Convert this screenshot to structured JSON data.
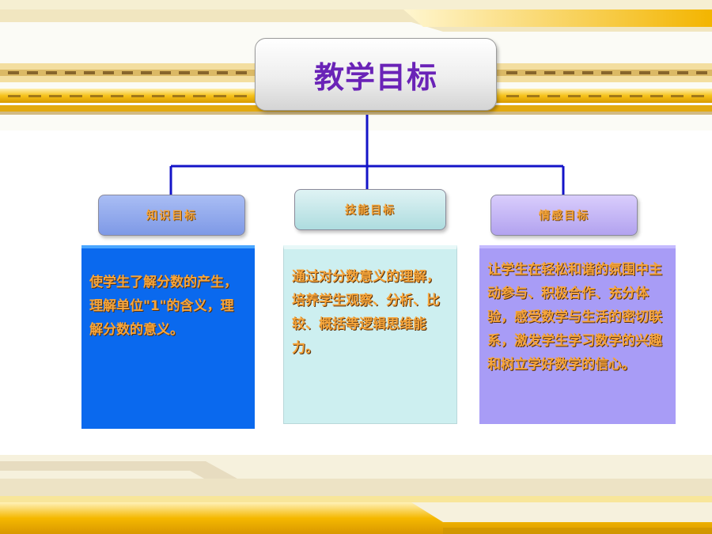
{
  "title": "教学目标",
  "categories": [
    {
      "label": "知识目标"
    },
    {
      "label": "技能目标"
    },
    {
      "label": "情感目标"
    }
  ],
  "contents": [
    {
      "text": "使学生了解分数的产生，理解单位\"1\"的含义，理解分数的意义。"
    },
    {
      "text": "通过对分数意义的理解，培养学生观察、分析、比较、概括等逻辑思维能力。"
    },
    {
      "text": "让学生在轻松和谐的氛围中主动参与、积极合作、充分体验，感受数学与生活的密切联系，激发学生学习数学的兴趣和树立学好数学的信心。"
    }
  ],
  "colors": {
    "title_text": "#6a23b7",
    "connector": "#1414c8",
    "label_text": "#f6a53b",
    "band_gold": "#f5b800",
    "knowledge_fill": "#0a69ee",
    "skill_fill": "#cdeff0",
    "emotion_fill": "#a89cf6"
  }
}
